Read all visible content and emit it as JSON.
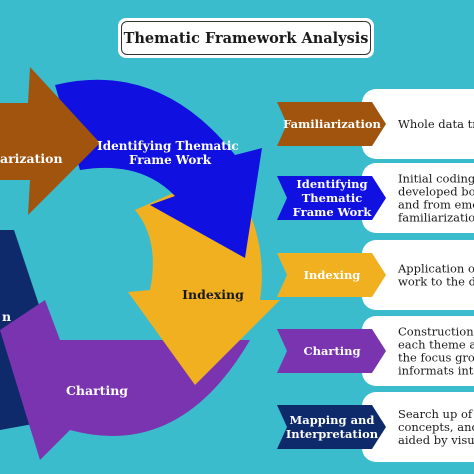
{
  "title": "Thematic Framework Analysis",
  "cycle": {
    "familiarization": [
      "arization"
    ],
    "identifying": [
      "Identifying Thematic",
      "Frame Work"
    ],
    "indexing": [
      "Indexing"
    ],
    "charting": [
      "Charting"
    ],
    "mapping": [
      "n"
    ]
  },
  "steps": [
    {
      "label": [
        "Familiarization"
      ],
      "desc": [
        "Whole data tra"
      ],
      "color": "#a0540e",
      "text_color": "#ffffff"
    },
    {
      "label": [
        "Identifying",
        "Thematic",
        "Frame Work"
      ],
      "desc": [
        "Initial coding",
        "developed bot",
        "and from emer",
        "familiarization"
      ],
      "color": "#1010e0",
      "text_color": "#ffffff"
    },
    {
      "label": [
        "Indexing"
      ],
      "desc": [
        "Application of",
        "work to the da"
      ],
      "color": "#f0b020",
      "text_color": "#1a1a1a"
    },
    {
      "label": [
        "Charting"
      ],
      "desc": [
        "Construction o",
        "each theme ac",
        "the focus grou",
        "informats inte"
      ],
      "color": "#7a34b0",
      "text_color": "#ffffff"
    },
    {
      "label": [
        "Mapping and",
        "Interpretation"
      ],
      "desc": [
        "Search up of p",
        "concepts, and",
        "aided by visua"
      ],
      "color": "#0f2a6b",
      "text_color": "#ffffff"
    }
  ]
}
